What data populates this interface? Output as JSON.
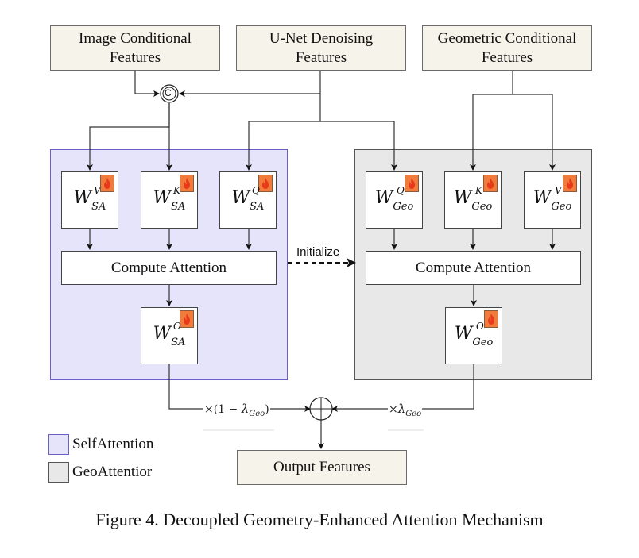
{
  "inputs": {
    "image_conditional": "Image Conditional Features",
    "unet_denoising": "U-Net Denoising Features",
    "geometric_conditional": "Geometric Conditional Features"
  },
  "concat_symbol": "C",
  "self_attention": {
    "weights": [
      {
        "base": "W",
        "sub": "SA",
        "sup": "V"
      },
      {
        "base": "W",
        "sub": "SA",
        "sup": "K"
      },
      {
        "base": "W",
        "sub": "SA",
        "sup": "Q"
      }
    ],
    "compute_label": "Compute Attention",
    "output_weight": {
      "base": "W",
      "sub": "SA",
      "sup": "O"
    }
  },
  "geo_attention": {
    "weights": [
      {
        "base": "W",
        "sub": "Geo",
        "sup": "Q"
      },
      {
        "base": "W",
        "sub": "Geo",
        "sup": "K"
      },
      {
        "base": "W",
        "sub": "Geo",
        "sup": "V"
      }
    ],
    "compute_label": "Compute Attention",
    "output_weight": {
      "base": "W",
      "sub": "Geo",
      "sup": "O"
    }
  },
  "initialize_label": "Initialize",
  "merge": {
    "left_factor_prefix": "×(1 − ",
    "left_factor_symbol": "λ",
    "left_factor_sub": "Geo",
    "left_factor_suffix": ")",
    "right_factor_prefix": "×",
    "right_factor_symbol": "λ",
    "right_factor_sub": "Geo"
  },
  "output_label": "Output Features",
  "legend": [
    {
      "label": "SelfAttention",
      "color": "#e6e4fb",
      "border": "#6a5fc6"
    },
    {
      "label": "GeoAttentior",
      "color": "#e8e8e8",
      "border": "#555555"
    }
  ],
  "trainable_icon": "fire-icon",
  "caption": "Figure 4. Decoupled Geometry-Enhanced Attention Mechanism"
}
